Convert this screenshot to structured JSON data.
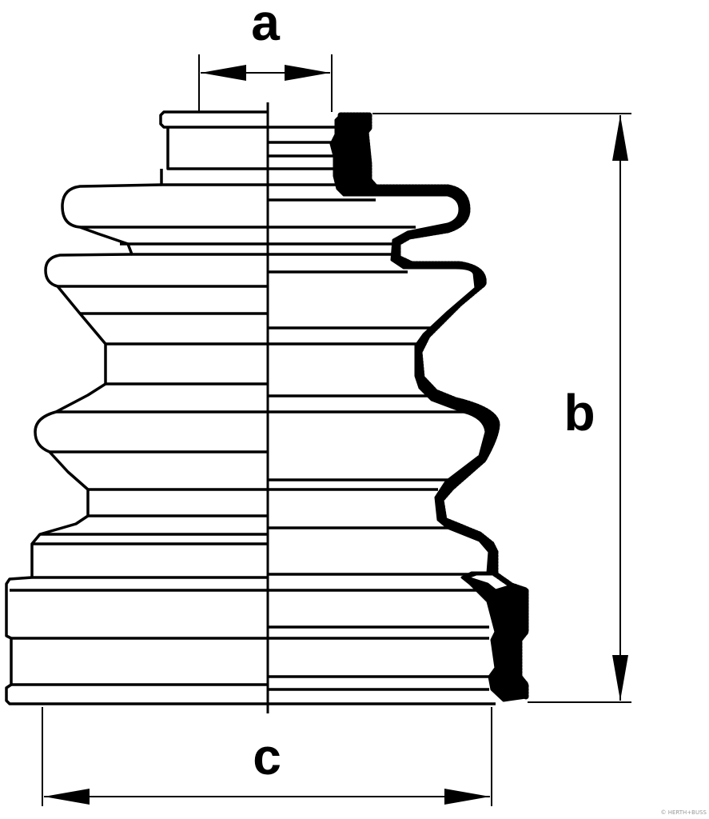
{
  "diagram": {
    "dimension_labels": {
      "a": "a",
      "b": "b",
      "c": "c"
    },
    "watermark": "© HERTH+BUSS",
    "colors": {
      "stroke": "#000000",
      "fill": "#ffffff"
    }
  }
}
